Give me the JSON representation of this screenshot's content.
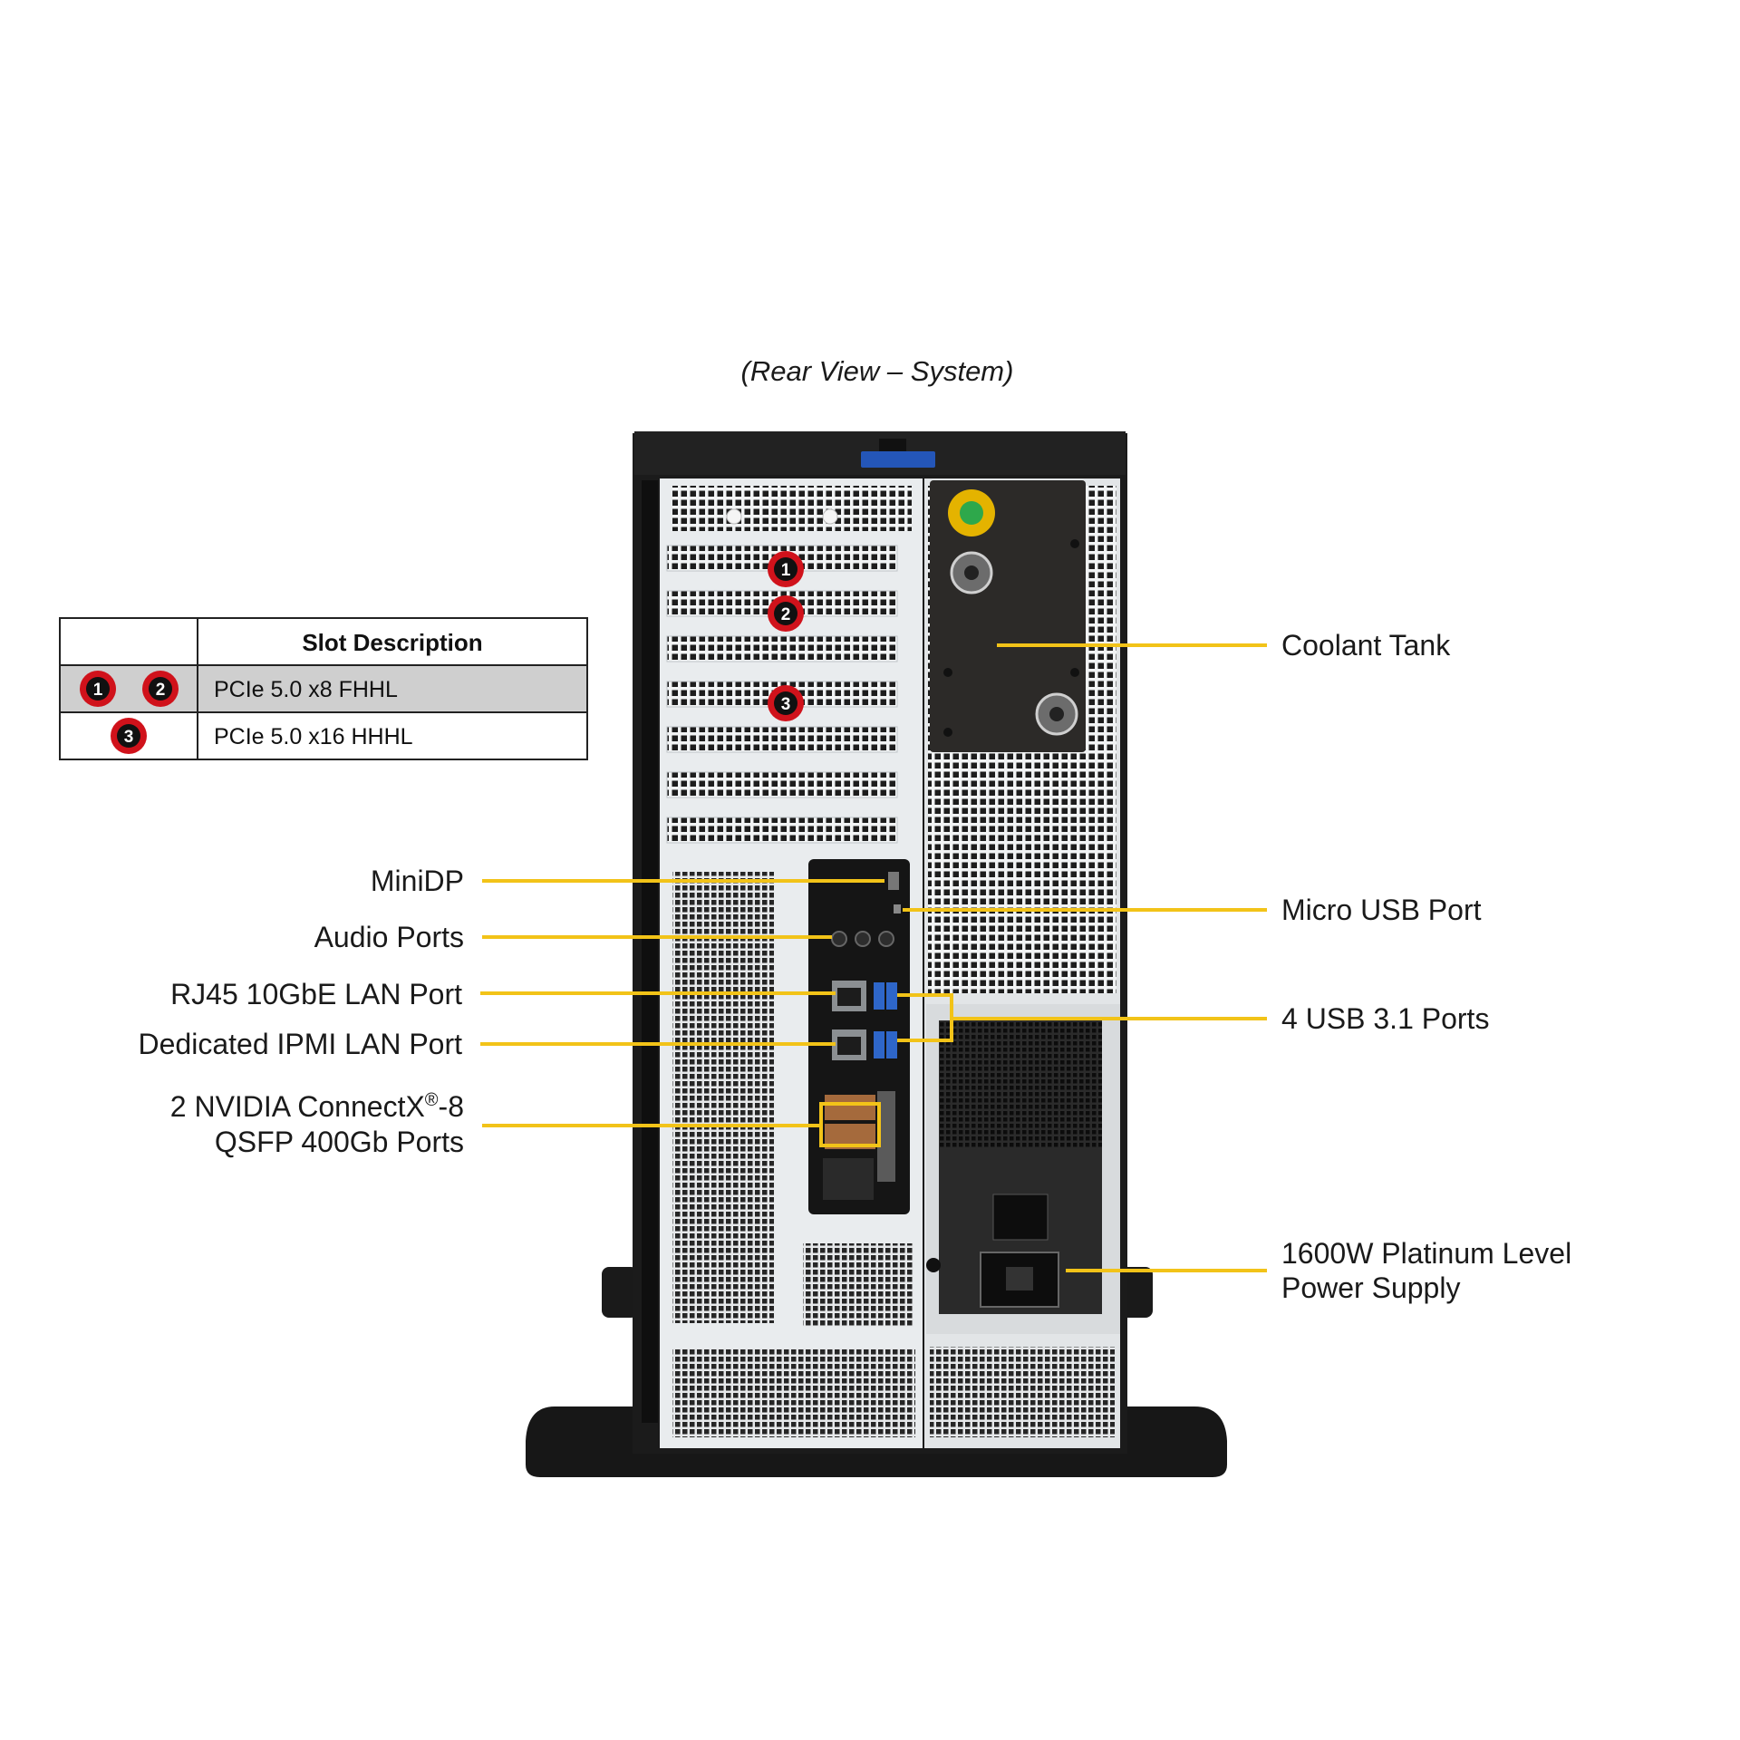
{
  "caption": "(Rear View – System)",
  "slot_table": {
    "header": "Slot Description",
    "rows": [
      {
        "badges": [
          "1",
          "2"
        ],
        "description": "PCIe 5.0 x8 FHHL"
      },
      {
        "badges": [
          "3"
        ],
        "description": "PCIe 5.0 x16 HHHL"
      }
    ]
  },
  "slot_badges": [
    "1",
    "2",
    "3"
  ],
  "callouts": {
    "minidp": "MiniDP",
    "audio": "Audio Ports",
    "rj45": "RJ45 10GbE LAN Port",
    "ipmi": "Dedicated IPMI LAN Port",
    "nvidia_line1": "2 NVIDIA ConnectX",
    "nvidia_reg": "®",
    "nvidia_suffix": "-8",
    "nvidia_line2": "QSFP 400Gb Ports",
    "coolant": "Coolant Tank",
    "micro_usb": "Micro USB Port",
    "usb31": "4 USB 3.1 Ports",
    "psu_line1": "1600W Platinum Level",
    "psu_line2": "Power Supply"
  },
  "colors": {
    "callout_line": "#f2c318",
    "badge_red": "#d0121b",
    "chassis": "#1b1b1b",
    "panel": "#e9ecee",
    "table_shade": "#cfcfcf"
  }
}
